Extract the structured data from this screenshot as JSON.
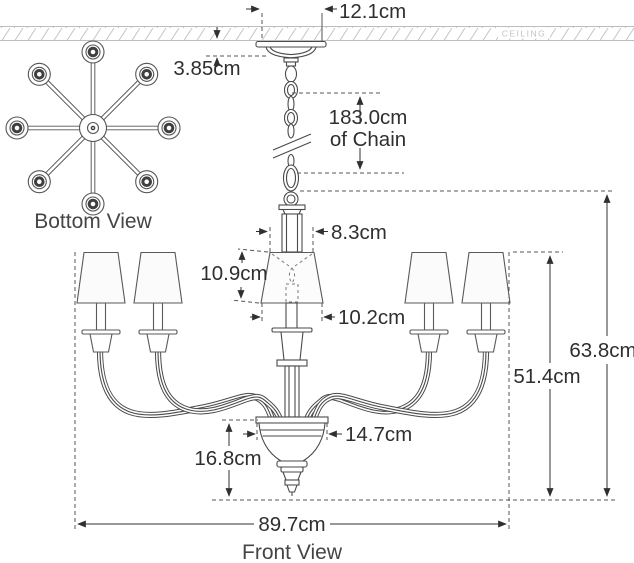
{
  "title": "Chandelier dimension diagram",
  "colors": {
    "line": "#4a4a4a",
    "dimension": "#303030",
    "ceiling_hatch": "#c4c4c4",
    "background": "#ffffff"
  },
  "labels": {
    "ceiling": "CEILING",
    "bottom_view": "Bottom View",
    "front_view": "Front View"
  },
  "dimensions": {
    "canopy_width": "12.1cm",
    "canopy_drop": "3.85cm",
    "chain_length": "183.0cm",
    "chain_length_suffix": "of Chain",
    "center_shade_top_width": "8.3cm",
    "center_shade_height": "10.9cm",
    "center_shade_bottom_width": "10.2cm",
    "bowl_width": "14.7cm",
    "bowl_height": "16.8cm",
    "shades_to_bottom_height": "51.4cm",
    "overall_height": "63.8cm",
    "overall_width": "89.7cm"
  }
}
